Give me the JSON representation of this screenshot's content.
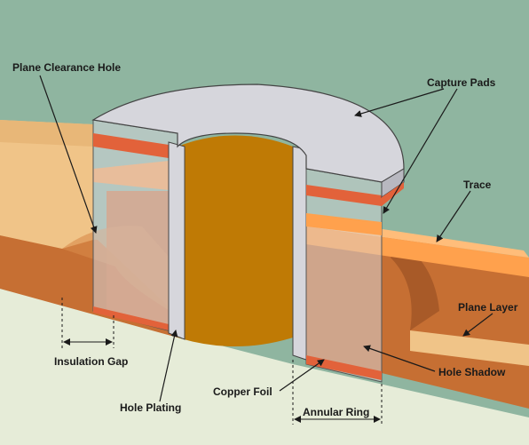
{
  "diagram": {
    "labels": {
      "plane_clearance_hole": "Plane Clearance Hole",
      "capture_pads": "Capture Pads",
      "trace": "Trace",
      "plane_layer": "Plane Layer",
      "insulation_gap": "Insulation Gap",
      "hole_plating": "Hole Plating",
      "copper_foil": "Copper Foil",
      "hole_shadow": "Hole Shadow",
      "annular_ring": "Annular Ring"
    },
    "colors": {
      "background_top": "#8fb5a0",
      "background_bottom": "#e6ecd8",
      "dielectric_light": "#f0c488",
      "dielectric_dark": "#c66f33",
      "copper_orange": "#ffa14d",
      "copper_red": "#e2623a",
      "plating_grey": "#d6d6dc",
      "barrel_inside": "#bf7a05"
    }
  }
}
